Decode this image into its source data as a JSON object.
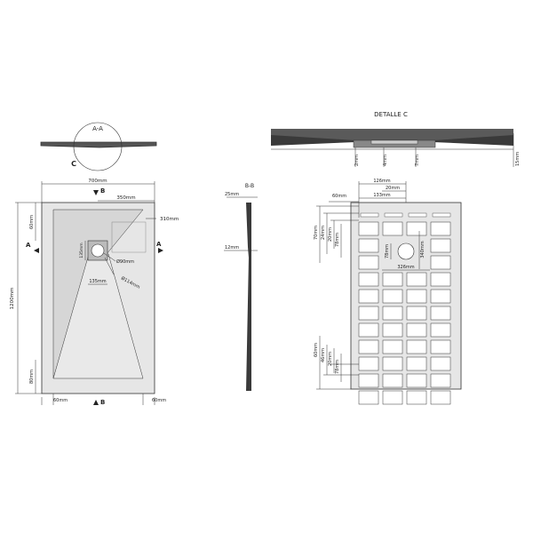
{
  "sections": {
    "aa": "A-A",
    "bb": "B-B",
    "detail": "DETALLE   C",
    "c": "C",
    "a": "A",
    "b": "B"
  },
  "dims": {
    "w700": "700mm",
    "w350": "350mm",
    "w310": "310mm",
    "h1200": "1200mm",
    "v60": "60mm",
    "v80": "80mm",
    "d135": "135mm",
    "d135b": "135mm",
    "phi90": "Ø90mm",
    "phi114": "Ø114mm",
    "b60l": "60mm",
    "b60r": "60mm",
    "t25": "25mm",
    "t12": "12mm",
    "c2": "2mm",
    "c4": "4mm",
    "c7": "7mm",
    "c15": "15mm",
    "g126": "126mm",
    "g20": "20mm",
    "g133": "133mm",
    "g60": "60mm",
    "g326": "326mm",
    "g340": "340mm",
    "g78": "78mm",
    "gv70": "70mm",
    "gv24": "24mm",
    "gv20": "20mm",
    "gv78": "78mm",
    "gb60": "60mm",
    "gb46": "46mm",
    "gb20": "20mm",
    "gb78": "78mm"
  },
  "colors": {
    "tray": "#e6e6e6",
    "slope": "#d4d4d4",
    "line": "#333333",
    "dark": "#3a3a3a",
    "cell": "#ffffff"
  }
}
